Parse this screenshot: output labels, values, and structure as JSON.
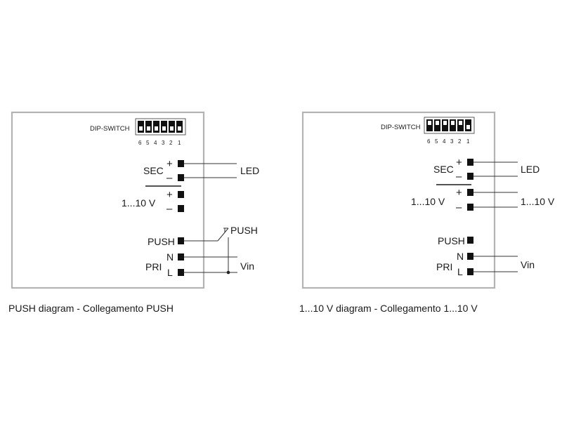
{
  "left_diagram": {
    "dip_label": "DIP-SWITCH",
    "dip_numbers": [
      "6",
      "5",
      "4",
      "3",
      "2",
      "1"
    ],
    "sec_label": "SEC",
    "plus_sign": "+",
    "minus_sign": "–",
    "led_label": "LED",
    "dim_label": "1...10 V",
    "push_label": "PUSH",
    "n_label": "N",
    "pri_label": "PRI",
    "l_label": "L",
    "push_switch_label": "PUSH",
    "vin_label": "Vin",
    "caption": "PUSH diagram - Collegamento PUSH"
  },
  "right_diagram": {
    "dip_label": "DIP-SWITCH",
    "dip_numbers": [
      "6",
      "5",
      "4",
      "3",
      "2",
      "1"
    ],
    "sec_label": "SEC",
    "plus_sign": "+",
    "minus_sign": "–",
    "led_label": "LED",
    "dim_label": "1...10 V",
    "dim_external_label": "1...10 V",
    "push_label": "PUSH",
    "n_label": "N",
    "pri_label": "PRI",
    "l_label": "L",
    "vin_label": "Vin",
    "caption": "1...10 V diagram - Collegamento 1...10 V"
  }
}
